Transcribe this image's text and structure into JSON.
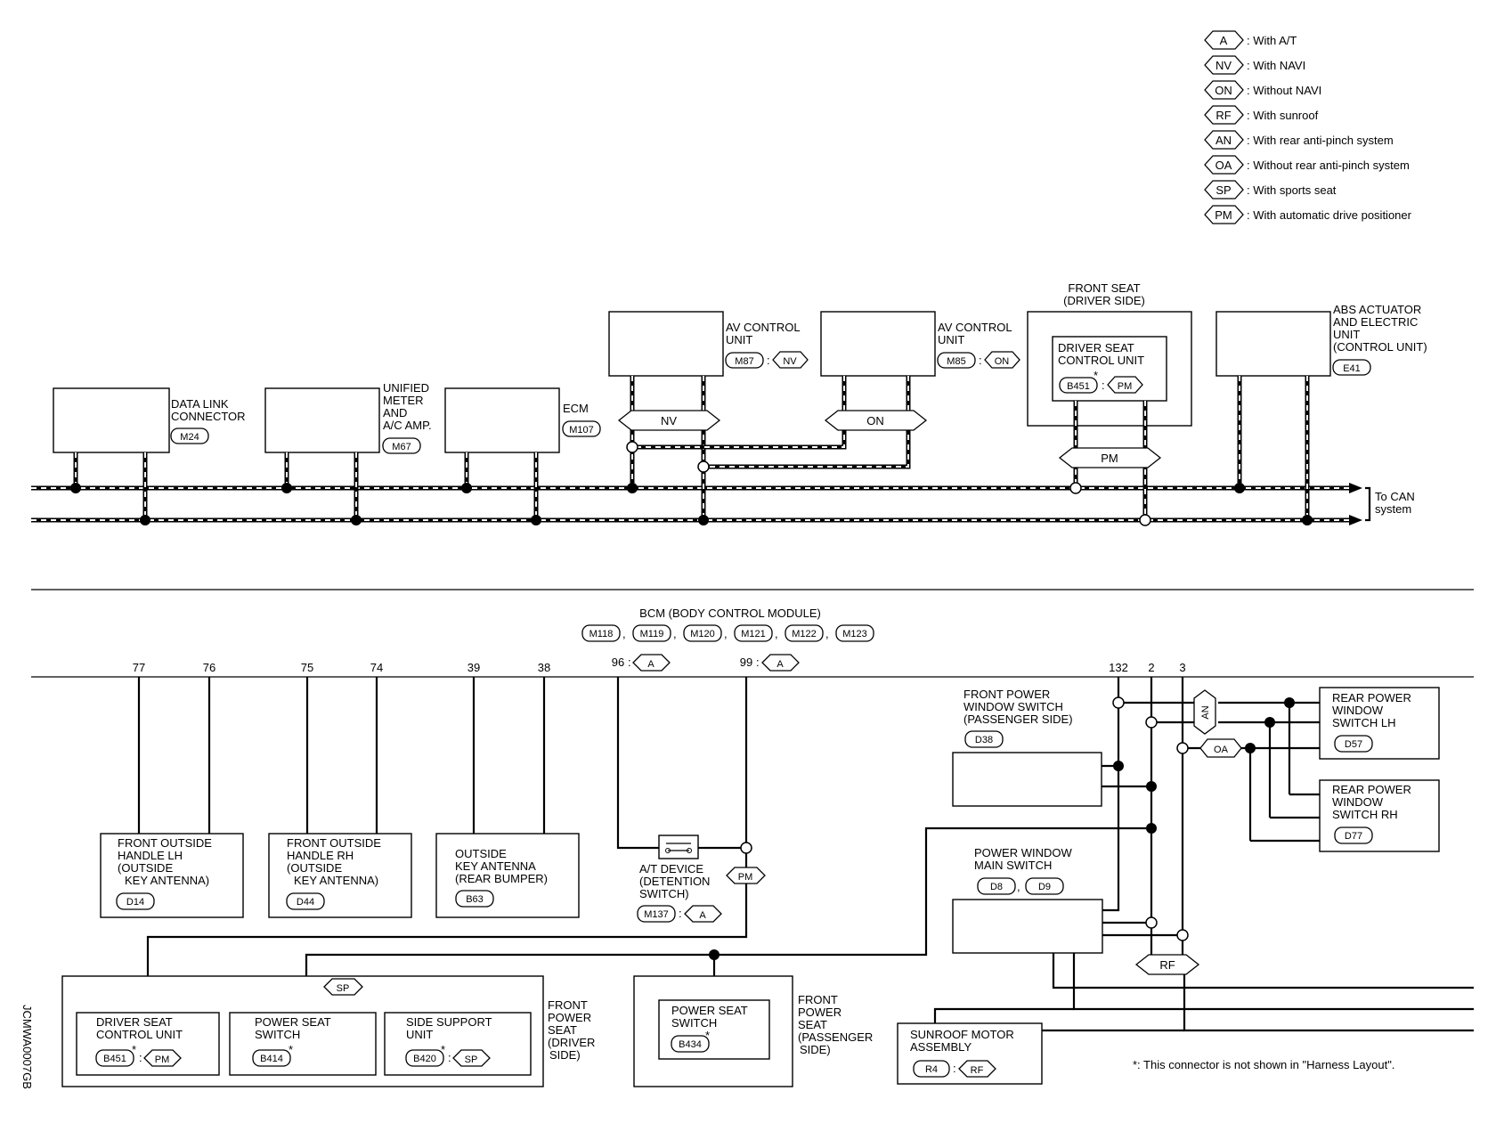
{
  "legend": [
    {
      "code": "A",
      "desc": ": With A/T"
    },
    {
      "code": "NV",
      "desc": ": With NAVI"
    },
    {
      "code": "ON",
      "desc": ": Without NAVI"
    },
    {
      "code": "RF",
      "desc": ": With sunroof"
    },
    {
      "code": "AN",
      "desc": ": With rear anti-pinch system"
    },
    {
      "code": "OA",
      "desc": ": Without rear anti-pinch system"
    },
    {
      "code": "SP",
      "desc": ": With sports seat"
    },
    {
      "code": "PM",
      "desc": ": With automatic drive positioner"
    }
  ],
  "can_units": {
    "data_link": {
      "l1": "DATA LINK",
      "l2": "CONNECTOR",
      "conn": "M24"
    },
    "meter": {
      "l1": "UNIFIED",
      "l2": "METER",
      "l3": "AND",
      "l4": "A/C AMP.",
      "conn": "M67"
    },
    "ecm": {
      "l1": "ECM",
      "conn": "M107"
    },
    "av_nv": {
      "l1": "AV CONTROL",
      "l2": "UNIT",
      "conn": "M87",
      "code": "NV"
    },
    "av_on": {
      "l1": "AV CONTROL",
      "l2": "UNIT",
      "conn": "M85",
      "code": "ON"
    },
    "front_seat": {
      "l1": "FRONT SEAT",
      "l2": "(DRIVER SIDE)",
      "in1": "DRIVER SEAT",
      "in2": "CONTROL UNIT",
      "conn": "B451",
      "code": "PM",
      "star": "*"
    },
    "abs": {
      "l1": "ABS ACTUATOR",
      "l2": "AND ELECTRIC",
      "l3": "UNIT",
      "l4": "(CONTROL UNIT)",
      "conn": "E41"
    },
    "bus_labels": {
      "nv": "NV",
      "on": "ON",
      "pm": "PM"
    },
    "to_can": {
      "l1": "To CAN",
      "l2": "system"
    }
  },
  "bcm": {
    "title": "BCM (BODY CONTROL MODULE)",
    "connectors": [
      "M118",
      "M119",
      "M120",
      "M121",
      "M122",
      "M123"
    ],
    "pins": {
      "p77": "77",
      "p76": "76",
      "p75": "75",
      "p74": "74",
      "p39": "39",
      "p38": "38",
      "p96": "96",
      "p99": "99",
      "p132": "132",
      "p2": "2",
      "p3": "3"
    },
    "pin_code": "A"
  },
  "lower": {
    "handle_lh": {
      "l1": "FRONT OUTSIDE",
      "l2": "HANDLE LH",
      "l3": "(OUTSIDE",
      "l4": "KEY ANTENNA)",
      "conn": "D14"
    },
    "handle_rh": {
      "l1": "FRONT OUTSIDE",
      "l2": "HANDLE RH",
      "l3": "(OUTSIDE",
      "l4": "KEY ANTENNA)",
      "conn": "D44"
    },
    "key_rear": {
      "l1": "OUTSIDE",
      "l2": "KEY ANTENNA",
      "l3": "(REAR BUMPER)",
      "conn": "B63"
    },
    "at_device": {
      "l1": "A/T DEVICE",
      "l2": "(DETENTION",
      "l3": "SWITCH)",
      "conn": "M137",
      "code": "A"
    },
    "pm_tag": "PM",
    "fps_driver": {
      "l1": "FRONT",
      "l2": "POWER",
      "l3": "SEAT",
      "l4": "(DRIVER",
      "l5": "SIDE)"
    },
    "dscu": {
      "l1": "DRIVER SEAT",
      "l2": "CONTROL UNIT",
      "conn": "B451",
      "code": "PM",
      "star": "*"
    },
    "pss": {
      "l1": "POWER SEAT",
      "l2": "SWITCH",
      "conn": "B414",
      "star": "*"
    },
    "ssu": {
      "l1": "SIDE SUPPORT",
      "l2": "UNIT",
      "conn": "B420",
      "code": "SP",
      "star": "*"
    },
    "sp_tag": "SP",
    "fps_pass": {
      "l1": "FRONT",
      "l2": "POWER",
      "l3": "SEAT",
      "l4": "(PASSENGER",
      "l5": "SIDE)"
    },
    "pss_pass": {
      "l1": "POWER SEAT",
      "l2": "SWITCH",
      "conn": "B434",
      "star": "*"
    },
    "fpws": {
      "l1": "FRONT POWER",
      "l2": "WINDOW SWITCH",
      "l3": "(PASSENGER SIDE)",
      "conn": "D38"
    },
    "pwms": {
      "l1": "POWER WINDOW",
      "l2": "MAIN SWITCH",
      "conn1": "D8",
      "conn2": "D9",
      "sep": ","
    },
    "sunroof": {
      "l1": "SUNROOF MOTOR",
      "l2": "ASSEMBLY",
      "conn": "R4",
      "code": "RF"
    },
    "rf_tag": "RF",
    "an_tag": "AN",
    "oa_tag": "OA",
    "rpws_lh": {
      "l1": "REAR POWER",
      "l2": "WINDOW",
      "l3": "SWITCH LH",
      "conn": "D57"
    },
    "rpws_rh": {
      "l1": "REAR POWER",
      "l2": "WINDOW",
      "l3": "SWITCH RH",
      "conn": "D77"
    },
    "footnote": "*: This connector is not shown in \"Harness Layout\".",
    "side_id": "JCMWA0007GB"
  }
}
